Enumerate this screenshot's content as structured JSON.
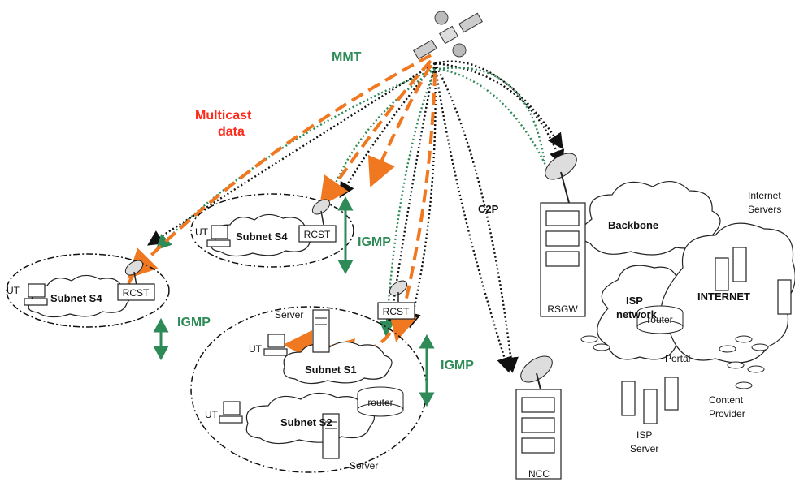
{
  "labels": {
    "mmt": "MMT",
    "multicast_line1": "Multicast",
    "multicast_line2": "data",
    "c2p": "C2P",
    "igmp": "IGMP",
    "rsgw": "RSGW",
    "ncc": "NCC",
    "backbone": "Backbone",
    "router": "router",
    "internet": "INTERNET",
    "internet_servers_line1": "Internet",
    "internet_servers_line2": "Servers",
    "isp_network_line1": "ISP",
    "isp_network_line2": "network",
    "portal": "Portal",
    "isp_server_line1": "ISP",
    "isp_server_line2": "Server",
    "content_provider_line1": "Content",
    "content_provider_line2": "Provider",
    "subnet_s4": "Subnet S4",
    "subnet_s1": "Subnet S1",
    "subnet_s2": "Subnet S2",
    "rcst": "RCST",
    "ut": "UT",
    "server": "Server"
  },
  "colors": {
    "mmt_green": "#2e8b57",
    "igmp_green": "#2e8b57",
    "multicast_orange": "#f07820",
    "multicast_text_red": "#ff2a1a",
    "c2p_black": "#111111"
  }
}
